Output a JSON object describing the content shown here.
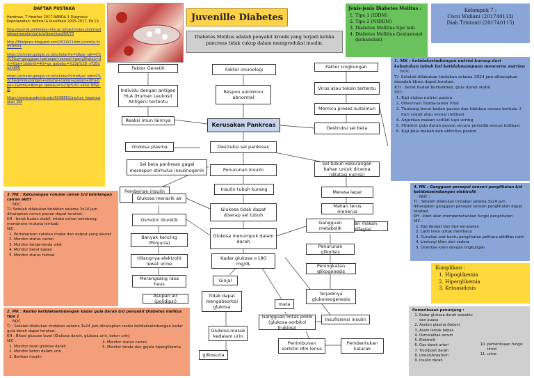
{
  "pustaka": {
    "title": "DAFTAR PUSTAKA",
    "entries": [
      "Herdman, T Heather 2017.NANDA-1 Diagnosis Keperawatan: definisi & klasifikasi 2015-2017, Ed 10",
      "http://journal.poltekkes-mks.ac.id/ojs2/index.php/mediakeperawatan/article/download/69/70",
      "http://fikalpnps.blogspot.com/2014/11/dm-juvenile.html?m=1",
      "https://scholar.google.co.id/scholar?hl=id&as_sdt=0%2C5&q=gangguan+persepsi+sensori+penglihatan+dm+tipe+1&btnG=#d=gs_qabs&u=%23p%3D_xT2Equ3XKMJ",
      "https://scholar.google.co.id/scholar?hl=id&as_sdt=0%2C5&q=kekurangan+volume+cairan+pasien+dm+tipe+1&btnG=#d=gs_qabs&u=%23p%3D_x95A_BfSp_gJ",
      "https://www.academia.edu/9208861/asuhan_keperawatan_DM"
    ]
  },
  "title": "Juvenille Diabetes",
  "definition": "Diabetes Melitus adalah penyakit kronik yang terjadi ketika pancreas tidak cukup dalam memproduksi insulin.",
  "jenis": {
    "title": "Jenis-jenis Diabetes Melitus :",
    "items": [
      "Tipe 1 (IDDM)",
      "Tipe 2 (NIDDM)",
      "Diabetes Mellitus tipe lain",
      "Diabetes Mellitus Gestasional (kehamilan)"
    ]
  },
  "kelompok": {
    "title": "Kelompok 7 :",
    "members": [
      "Cucu Widiani (201740113)",
      "Diah Tristanti (201740115)"
    ]
  },
  "nodes": {
    "genetik": "Faktor Genetik",
    "imunologi": "Faktor imunologi",
    "lingkungan": "Faktor Lingkungan",
    "hla": "Individu dengan antigen HLA (Human Leukosit Antigen) tertentu",
    "autoimun": "Respon autoimun abnormal",
    "virus": "Virus atau toksin tertentu",
    "memicu": "Memicu proses autoimun",
    "reaksi": "Reaksi imun lainnya",
    "kerusakan": "Kerusakan Pankreas",
    "destruksi_sel": "Destruksi sel beta",
    "glukosa_plasma": "Glukosa plasma",
    "destruksi_pankreas": "Destruksi sel pankreas",
    "sel_tubuh": "Sel tubuh kekurangan bahan untuk dicerna (dilatasi nutrisi)",
    "sel_beta_gagal": "Sel beta pankreas gagal merespon stimulus insulinogenik",
    "penurunan_insulin": "Penurunan insulin",
    "merasa_lapar": "Merasa lapar",
    "pemberian_insulin": "Pemberian insulin eksogen",
    "insulin_kurang": "Insulin tubuh kurang",
    "makan_terus": "Makan terus menerus",
    "asupan_makan": "Asupan makan (polifagia)",
    "glukosa_menarik": "Glukosa menarik air",
    "glukosa_tidak": "Glukosa tidak dapat diserap sel tubuh",
    "osmotic": "Osmotic diuretik",
    "glukosa_numpuk": "Glukosa menumpuk dalam darah",
    "gangguan_metabolik": "Gangguan metabolik",
    "banyak_kencing": "Banyak kencing (Polyuria)",
    "penurunan_glikolisis": "Penurunan glikolisis",
    "hilangnya": "Hilangnya elektrolit lewat urine",
    "kadar_glukosa": "Kadar glukosa >180 mg/dL",
    "peningkatan": "Peningkatan glikogenesis",
    "merangsang": "Merangsang rasa haus",
    "ginjal": "Ginjal",
    "terjadinya": "Terjadinya glukoneogenesis",
    "asupan_air": "Asupan air (polidipsi)",
    "tidak_mengabsorbsi": "Tidak dapat mengabsorbsi glukosa",
    "mata": "mata",
    "glukosa_masuk": "Glukosa masuk kedalam urin",
    "gangguan_lintas": "Gangguan lintas polibi (glukosa-sorbitol fruktosi)",
    "insufisiensi": "Insufisiensi insulin",
    "glikosuria": "glikosuria",
    "penimbunan": "Penimbunan sorbitol dlm lensa",
    "pembentukan": "Pembentukan katarak"
  },
  "mk1": {
    "title": "1.  MK : ketidakseimbangan nutrisi kurang dari kebutuhan tubuh b/d ketidakmampuan mencerna nutrien",
    "noc": "NOC :",
    "tujuan": "T/: Setelah dilakukan tindakan selama 3X24 jam diharapkan  masalah klinis dapat teratasi.",
    "kh": "KH : berat badan bertambah, gula darah stabil",
    "nic": "NIC:",
    "items": [
      "Kaji status nutrisi pasien",
      "Observasi Tanda-tanda Vital",
      "Timbang berat badan pasien dan lakukan secara berkala 3 hari sekali atau sesuai indikasi",
      "Anjurkan makan sedikit tapi sering",
      "Monitor gula darah pasien secara periodik sesuai indikasi",
      "Kaji pola makan dan aktivitas pasien"
    ]
  },
  "mk4": {
    "title": "4.  MK : Gangguan persepsi sensori penglihatan b/d ketidakseimbangan elektrolit",
    "noc": "NOC :",
    "tujuan": "T/ : Setelah dilakukan tindakan selama 3x24 jam diharapkan gangguan persepsi sensori penglihatan dapat teratasi.",
    "kh": "KH : klien akan mempertahankan fungsi penglihatan",
    "nic": "NIC :",
    "items": [
      "Kaji derajat dan tipe kerusakan",
      "Latih klien untuk membaca",
      "Gunakan alat bantu penglihatan pelihara aktifitas rutin",
      "Lindungi klien dari cedera",
      "Orientasi klien dengan lingkungan"
    ]
  },
  "mk3": {
    "title": "3.   MK : Kekurangan volume cairan b/d kehilangan cairan aktif",
    "noc": "NOC",
    "tujuan": "T/: Setelah dilakukan tindakan selama 3x24 jam diharapkan  cairan pasien dapat teratasi.",
    "kh": "KH : berat badan stabil, intake cairan seimbang, membrane mukosa lembab",
    "nic": "NIC:",
    "items": [
      "Pertahankan catatan intake dan output yang akurat",
      "Monitor status cairan",
      "Monitor tanda-tanda vital",
      "Monitor berat badan",
      "Monitor status hidrasi"
    ]
  },
  "mk2": {
    "title": "2.   MK : Resiko ketidakseimbangan kadar gula darah b/d penyakit Diabetes melitus tipe 1",
    "noc": "NOC",
    "tujuan": "T/ : Setelah dilakukan tindakan selama 3x24 jam diharapkan resiko ketidakseimbangan kadar gula darah dapat teratasi.",
    "kh": "KH : Blood glucose level (Glukosa darah, glukosa urin, keton urin)",
    "nic": "NIC :",
    "col1": [
      "Monitor level glukosa darah",
      "Monitor keton dalam urin",
      "Berikan insulin"
    ],
    "col2": [
      "Monitor status cairan",
      "Monitor tanda dan gejala hiperglikemia"
    ]
  },
  "komplikasi": {
    "title": "Komplikasi :",
    "items": [
      "Hipoglikemia",
      "Hiperglikemia",
      "Ketoasidosis"
    ]
  },
  "penunjang": {
    "title": "Pemeriksaan penunjang :",
    "col1": [
      "Kadar glukosa darah sewaktu dan puasa",
      "Aseton plasma (keton)",
      "Asam lemak bebas",
      "Osmolalitas serum",
      "Elektrolit",
      "Gas darah arteri",
      "Trombosit darah",
      "Ureum/kreatinin",
      "Insulin darah"
    ],
    "col2": [
      "pemeriksaan fungsi tiroid",
      "urine"
    ]
  },
  "colors": {
    "yellow": "#ffd93a",
    "green": "#69c25b",
    "blue": "#8aa6d8",
    "salmon": "#f3a07a",
    "gray": "#cfcfcf",
    "title_bg": "#ffd24d"
  }
}
